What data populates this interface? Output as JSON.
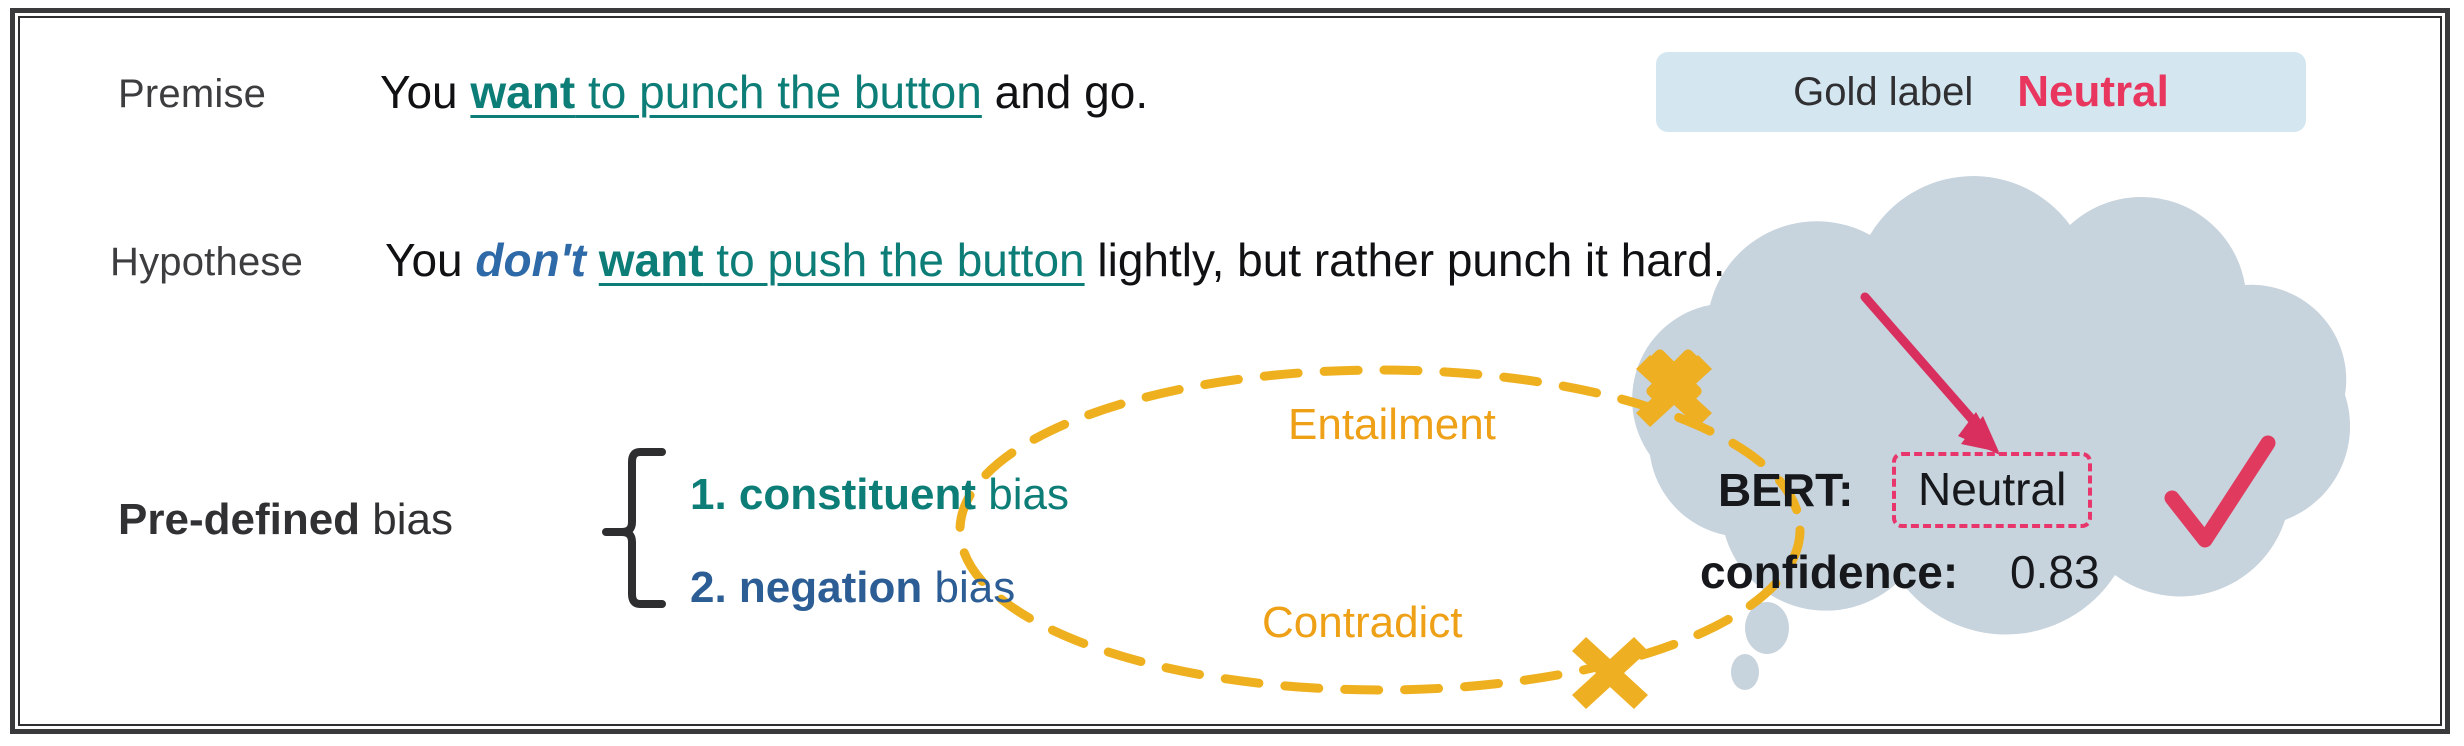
{
  "figure": {
    "title": "NLI pre-defined bias illustration"
  },
  "premise": {
    "label": "Premise",
    "prefix": "You ",
    "highlight_bold": "want",
    "highlight_rest": " to punch the button",
    "suffix": " and go."
  },
  "hypothesis": {
    "label": "Hypothese",
    "prefix": "You ",
    "negation": "don't",
    "highlight_bold": "want",
    "highlight_rest": " to push the button",
    "suffix": " lightly, but rather punch it hard."
  },
  "gold": {
    "key": "Gold label",
    "value": "Neutral"
  },
  "bias": {
    "title_bold": "Pre-defined",
    "title_rest": " bias",
    "items": [
      {
        "num": "1.",
        "strong": " constituent",
        "weak": " bias"
      },
      {
        "num": "2.",
        "strong": " negation",
        "weak": " bias"
      }
    ]
  },
  "arcs": {
    "entailment": "Entailment",
    "contradict": "Contradict"
  },
  "prediction": {
    "model_label": "BERT:",
    "predicted": "Neutral",
    "confidence_label": "confidence:",
    "confidence_value": "0.83"
  },
  "icons": {
    "cross_entailment": "cross-icon",
    "cross_contradict": "cross-icon",
    "check": "check-icon",
    "arrow": "arrow-icon",
    "brace": "curly-brace-icon",
    "cloud": "thought-cloud-icon"
  },
  "colors": {
    "teal": "#0d7d77",
    "blue": "#2c5d95",
    "orange": "#eea017",
    "crimson": "#e8365f",
    "cloud": "#c7d3dd",
    "gold_box": "#d4e6f0",
    "frame": "#3a3a3c"
  }
}
